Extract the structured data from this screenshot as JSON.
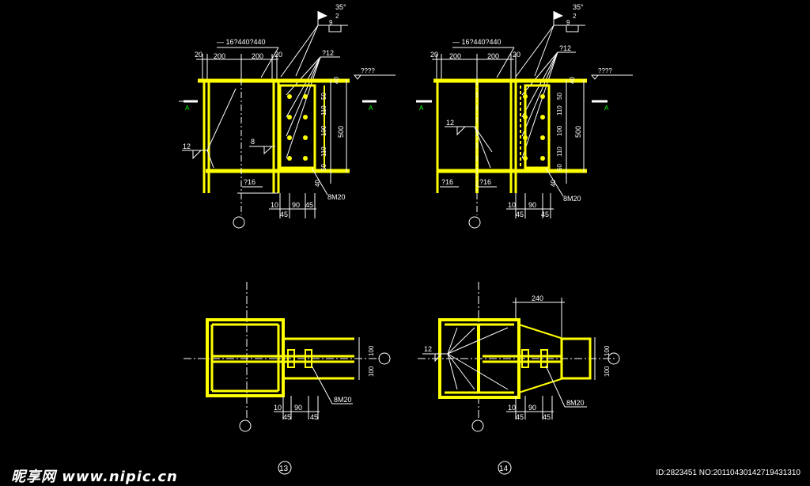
{
  "top_left": {
    "plate_label": "— 16?440?440",
    "dims_top": [
      "20",
      "200",
      "200",
      "20"
    ],
    "bolt_dia": "?12",
    "weld_size": "12",
    "weld_size_2": "8",
    "level_mark": "????",
    "vdims": [
      "40",
      "50",
      "110",
      "100",
      "110",
      "50",
      "40"
    ],
    "total_height": "500",
    "stiff_plate": "?16",
    "bolt_spec": "8M20",
    "bottom_dims": [
      "10",
      "90",
      "45",
      "45"
    ],
    "section_mark": "A",
    "flag_angle": "35°",
    "flag_size_a": "2",
    "flag_size_b": "9"
  },
  "top_right": {
    "plate_label": "— 16?440?440",
    "dims_top": [
      "20",
      "200",
      "200",
      "20"
    ],
    "bolt_dia": "?12",
    "weld_size": "12",
    "level_mark": "????",
    "vdims": [
      "40",
      "50",
      "110",
      "100",
      "110",
      "50",
      "40"
    ],
    "total_height": "500",
    "stiff_plate_a": "?16",
    "stiff_plate_b": "?16",
    "bolt_spec": "8M20",
    "bottom_dims": [
      "10",
      "90",
      "45",
      "45"
    ],
    "section_mark": "A",
    "flag_angle": "35°",
    "flag_size_a": "2",
    "flag_size_b": "9"
  },
  "bottom_left": {
    "vdims": [
      "100",
      "100"
    ],
    "bolt_spec": "8M20",
    "bottom_dims": [
      "10",
      "90",
      "45",
      "45"
    ],
    "caption": "13"
  },
  "bottom_right": {
    "top_dim": "240",
    "weld_size": "12",
    "vdims": [
      "100",
      "100"
    ],
    "bolt_spec": "8M20",
    "bottom_dims": [
      "10",
      "90",
      "45",
      "45"
    ],
    "caption": "14"
  },
  "footer": {
    "logo": "昵享网 www.nipic.cn",
    "id_text": "ID:2823451 NO:20110430142719431310"
  }
}
